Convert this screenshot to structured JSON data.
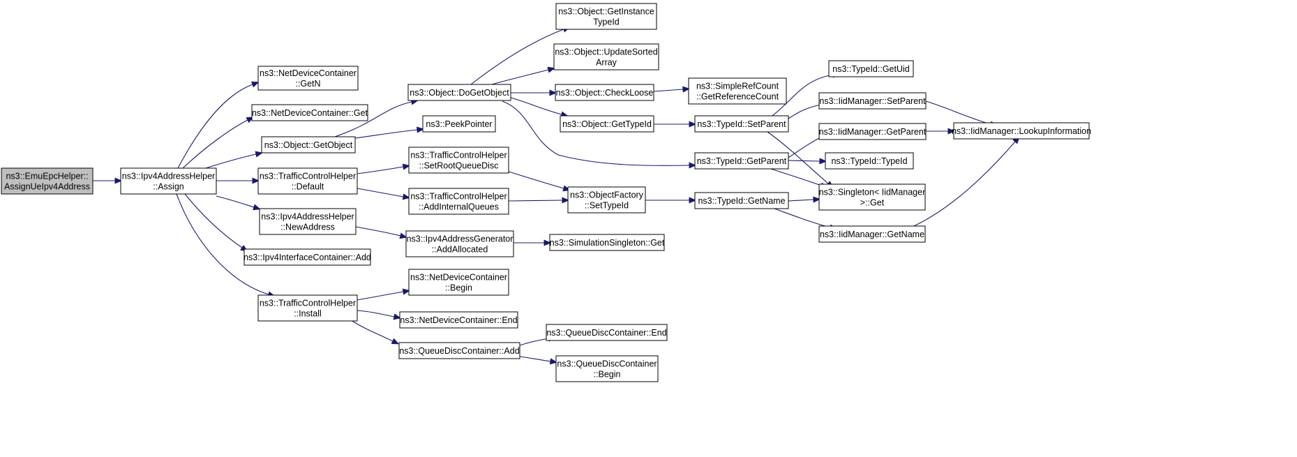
{
  "graph": {
    "edge_color": "#191970",
    "root_fill": "#bfbfbf",
    "nodes": [
      {
        "id": "n0",
        "lines": [
          "ns3::EmuEpcHelper::",
          "AssignUeIpv4Address"
        ],
        "root": true
      },
      {
        "id": "n1",
        "lines": [
          "ns3::Ipv4AddressHelper",
          "::Assign"
        ]
      },
      {
        "id": "n2",
        "lines": [
          "ns3::NetDeviceContainer",
          "::GetN"
        ]
      },
      {
        "id": "n3",
        "lines": [
          "ns3::NetDeviceContainer::Get"
        ]
      },
      {
        "id": "n4",
        "lines": [
          "ns3::Object::GetObject"
        ]
      },
      {
        "id": "n5",
        "lines": [
          "ns3::TrafficControlHelper",
          "::Default"
        ]
      },
      {
        "id": "n6",
        "lines": [
          "ns3::Ipv4AddressHelper",
          "::NewAddress"
        ]
      },
      {
        "id": "n7",
        "lines": [
          "ns3::Ipv4InterfaceContainer::Add"
        ]
      },
      {
        "id": "n8",
        "lines": [
          "ns3::TrafficControlHelper",
          "::Install"
        ]
      },
      {
        "id": "n9",
        "lines": [
          "ns3::Object::DoGetObject"
        ]
      },
      {
        "id": "n10",
        "lines": [
          "ns3::PeekPointer"
        ]
      },
      {
        "id": "n11",
        "lines": [
          "ns3::TrafficControlHelper",
          "::SetRootQueueDisc"
        ]
      },
      {
        "id": "n12",
        "lines": [
          "ns3::TrafficControlHelper",
          "::AddInternalQueues"
        ]
      },
      {
        "id": "n13",
        "lines": [
          "ns3::Ipv4AddressGenerator",
          "::AddAllocated"
        ]
      },
      {
        "id": "n14",
        "lines": [
          "ns3::NetDeviceContainer",
          "::Begin"
        ]
      },
      {
        "id": "n15",
        "lines": [
          "ns3::NetDeviceContainer::End"
        ]
      },
      {
        "id": "n16",
        "lines": [
          "ns3::QueueDiscContainer::Add"
        ]
      },
      {
        "id": "n17",
        "lines": [
          "ns3::Object::GetInstance",
          "TypeId"
        ]
      },
      {
        "id": "n18",
        "lines": [
          "ns3::Object::UpdateSorted",
          "Array"
        ]
      },
      {
        "id": "n19",
        "lines": [
          "ns3::Object::CheckLoose"
        ]
      },
      {
        "id": "n20",
        "lines": [
          "ns3::Object::GetTypeId"
        ]
      },
      {
        "id": "n21",
        "lines": [
          "ns3::ObjectFactory",
          "::SetTypeId"
        ]
      },
      {
        "id": "n22",
        "lines": [
          "ns3::SimulationSingleton::Get"
        ]
      },
      {
        "id": "n23",
        "lines": [
          "ns3::QueueDiscContainer::End"
        ]
      },
      {
        "id": "n24",
        "lines": [
          "ns3::QueueDiscContainer",
          "::Begin"
        ]
      },
      {
        "id": "n25",
        "lines": [
          "ns3::SimpleRefCount",
          "::GetReferenceCount"
        ]
      },
      {
        "id": "n26",
        "lines": [
          "ns3::TypeId::SetParent"
        ]
      },
      {
        "id": "n27",
        "lines": [
          "ns3::TypeId::GetParent"
        ]
      },
      {
        "id": "n28",
        "lines": [
          "ns3::TypeId::GetName"
        ]
      },
      {
        "id": "n29",
        "lines": [
          "ns3::TypeId::GetUid"
        ]
      },
      {
        "id": "n30",
        "lines": [
          "ns3::IidManager::SetParent"
        ]
      },
      {
        "id": "n31",
        "lines": [
          "ns3::IidManager::GetParent"
        ]
      },
      {
        "id": "n32",
        "lines": [
          "ns3::TypeId::TypeId"
        ]
      },
      {
        "id": "n33",
        "lines": [
          "ns3::Singleton< IidManager",
          " >::Get"
        ]
      },
      {
        "id": "n34",
        "lines": [
          "ns3::IidManager::GetName"
        ]
      },
      {
        "id": "n35",
        "lines": [
          "ns3::IidManager::LookupInformation"
        ]
      }
    ],
    "edges": [
      [
        "n0",
        "n1"
      ],
      [
        "n1",
        "n2"
      ],
      [
        "n1",
        "n3"
      ],
      [
        "n1",
        "n4"
      ],
      [
        "n1",
        "n5"
      ],
      [
        "n1",
        "n6"
      ],
      [
        "n1",
        "n7"
      ],
      [
        "n1",
        "n8"
      ],
      [
        "n4",
        "n9"
      ],
      [
        "n4",
        "n10"
      ],
      [
        "n5",
        "n11"
      ],
      [
        "n5",
        "n12"
      ],
      [
        "n6",
        "n13"
      ],
      [
        "n8",
        "n14"
      ],
      [
        "n8",
        "n15"
      ],
      [
        "n8",
        "n16"
      ],
      [
        "n9",
        "n17"
      ],
      [
        "n9",
        "n18"
      ],
      [
        "n9",
        "n19"
      ],
      [
        "n9",
        "n20"
      ],
      [
        "n9",
        "n27"
      ],
      [
        "n19",
        "n25"
      ],
      [
        "n20",
        "n26"
      ],
      [
        "n11",
        "n21"
      ],
      [
        "n12",
        "n21"
      ],
      [
        "n21",
        "n28"
      ],
      [
        "n13",
        "n22"
      ],
      [
        "n16",
        "n23"
      ],
      [
        "n16",
        "n24"
      ],
      [
        "n26",
        "n29"
      ],
      [
        "n26",
        "n30"
      ],
      [
        "n26",
        "n33"
      ],
      [
        "n27",
        "n31"
      ],
      [
        "n27",
        "n32"
      ],
      [
        "n27",
        "n33"
      ],
      [
        "n28",
        "n33"
      ],
      [
        "n28",
        "n34"
      ],
      [
        "n30",
        "n35"
      ],
      [
        "n31",
        "n35"
      ],
      [
        "n34",
        "n35"
      ]
    ]
  }
}
